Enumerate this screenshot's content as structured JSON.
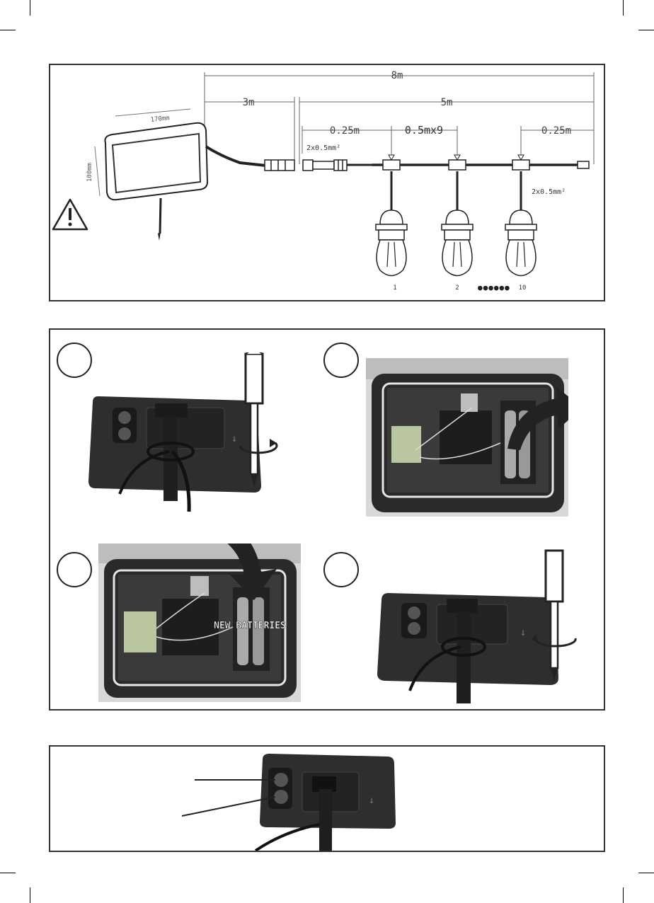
{
  "diagram": {
    "total_length": "8m",
    "solar_cable_length": "3m",
    "string_length": "5m",
    "lead_length": "0.25m",
    "spacing": "0.5mx9",
    "tail_length": "0.25m",
    "cable_spec_1": "2x0.5mm²",
    "cable_spec_2": "2x0.5mm²",
    "panel_width": "170mm",
    "panel_height": "100mm",
    "bulb_labels": [
      "1",
      "2",
      "10"
    ],
    "dots": "●●●●●●"
  },
  "steps": {
    "new_batteries_label": "NEW BATTERIES"
  },
  "colors": {
    "line": "#333333",
    "panel_dark": "#2e2e2e",
    "arrow": "#222222"
  }
}
